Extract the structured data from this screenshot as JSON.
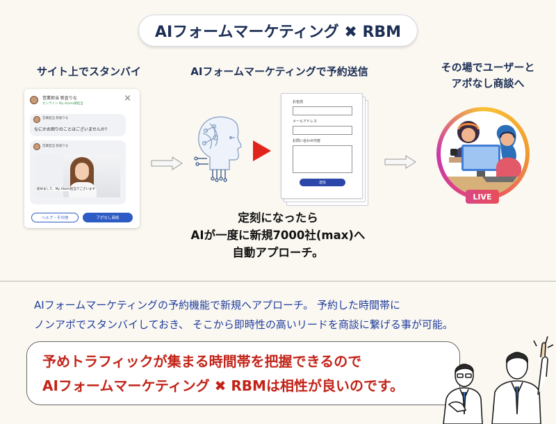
{
  "header": {
    "title": "AIフォームマーケティング ✖ RBM"
  },
  "steps": {
    "step1_label": "サイト上でスタンバイ",
    "step2_label": "AIフォームマーケティングで予約送信",
    "step3_label_line1": "その場でユーザーと",
    "step3_label_line2": "アポなし商談へ"
  },
  "chat_widget": {
    "agent_name": "営業担当 新倉りな",
    "status": "オンライン My Alarm様担当",
    "bubble_name": "営業担当 新倉りな",
    "question": "なにかお困りのことはございませんか?",
    "video_caption": "初めまして、My Alarm担当でございます",
    "help_button": "ヘルプ・その他",
    "appo_button": "アポなし商談"
  },
  "form": {
    "name_label": "お名前",
    "email_label": "メールアドレス",
    "inquiry_label": "お問い合わせ内容",
    "send_button": "送信"
  },
  "center_text": {
    "line1": "定刻になったら",
    "line2": "AIが一度に新規7000社(max)へ",
    "line3": "自動アプローチ。"
  },
  "description": {
    "line1": "AIフォームマーケティングの予約機能で新規へアプローチ。 予約した時間帯に",
    "line2": "ノンアポでスタンバイしておき、 そこから即時性の高いリードを商談に繋げる事が可能。"
  },
  "callout": {
    "line1": "予めトラフィックが集まる時間帯を把握できるので",
    "line2": "AIフォームマーケティング ✖ RBMは相性が良いのです。"
  },
  "live_badge": "LIVE",
  "colors": {
    "navy": "#1c2e55",
    "blue_text": "#1f3c9c",
    "red_text": "#c22318",
    "play_red": "#e0241b",
    "button_blue": "#2d5bc4"
  },
  "icons": {
    "close": "close-icon",
    "arrow": "arrow-right-icon",
    "play": "play-icon",
    "robot": "ai-robot-head-icon"
  }
}
